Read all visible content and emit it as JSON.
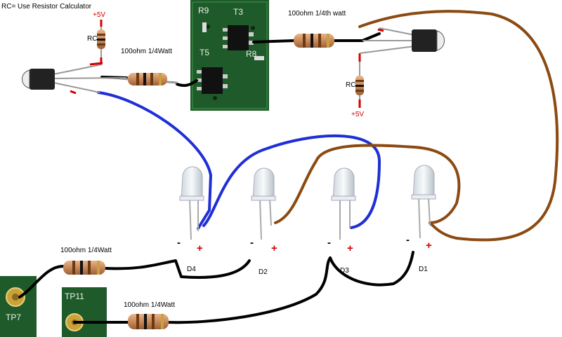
{
  "header": {
    "note": "RC= Use Resistor Calculator"
  },
  "labels": {
    "plus5v_left": "+5V",
    "rc_left": "RC",
    "r_left": "100ohm 1/4Watt",
    "r_top_right": "100ohm 1/4th watt",
    "rc_right": "RC",
    "plus5v_right": "+5V",
    "r_bottom_mid": "100ohm 1/4Watt",
    "r_bottom": "100ohm 1/4Watt"
  },
  "pcb_top": {
    "labels": [
      "R9",
      "T3",
      "T5",
      "R8"
    ]
  },
  "pads": {
    "tp7": "TP7",
    "tp11": "TP11"
  },
  "leds": [
    {
      "id": "D4",
      "minus": "-",
      "plus": "+"
    },
    {
      "id": "D2",
      "minus": "-",
      "plus": "+"
    },
    {
      "id": "D3",
      "minus": "-",
      "plus": "+"
    },
    {
      "id": "D1",
      "minus": "-",
      "plus": "+"
    }
  ],
  "colors": {
    "blue_wire": "#1f2fd6",
    "brown_wire": "#8b4a12",
    "black_wire": "#000000",
    "pcb": "#1f5a2a",
    "plus_red": "#d40000"
  }
}
